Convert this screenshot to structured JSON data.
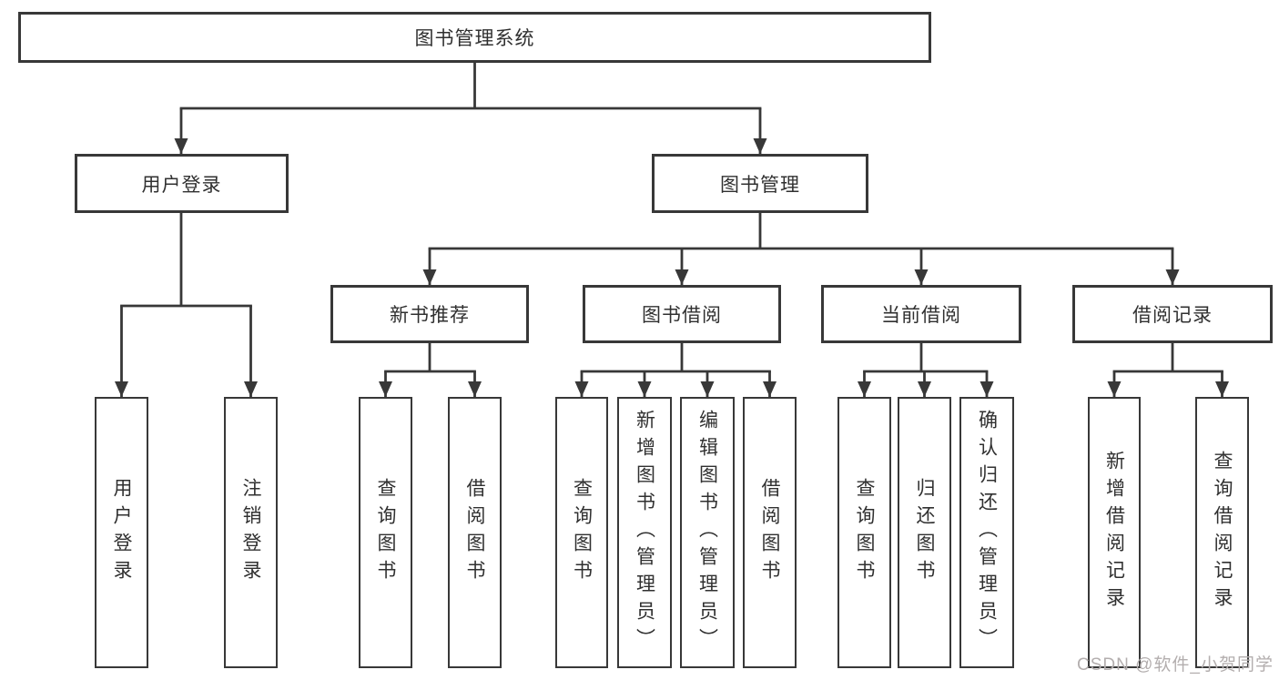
{
  "colors": {
    "line": "#383838",
    "box_border": "#383838",
    "box_bg": "#ffffff",
    "text": "#303030",
    "watermark": "#b3aeae"
  },
  "tree": {
    "root": {
      "label": "图书管理系统"
    },
    "branches": [
      {
        "label": "用户登录",
        "children": [
          {
            "label": "用户登录"
          },
          {
            "label": "注销登录"
          }
        ]
      },
      {
        "label": "图书管理",
        "children": [
          {
            "label": "新书推荐",
            "children": [
              {
                "label": "查询图书"
              },
              {
                "label": "借阅图书"
              }
            ]
          },
          {
            "label": "图书借阅",
            "children": [
              {
                "label": "查询图书"
              },
              {
                "label": "新增图书（管理员）"
              },
              {
                "label": "编辑图书（管理员）"
              },
              {
                "label": "借阅图书"
              }
            ]
          },
          {
            "label": "当前借阅",
            "children": [
              {
                "label": "查询图书"
              },
              {
                "label": "归还图书"
              },
              {
                "label": "确认归还（管理员）"
              }
            ]
          },
          {
            "label": "借阅记录",
            "children": [
              {
                "label": "新增借阅记录"
              },
              {
                "label": "查询借阅记录"
              }
            ]
          }
        ]
      }
    ]
  },
  "watermark": {
    "text": "CSDN @软件_小贺同学"
  }
}
